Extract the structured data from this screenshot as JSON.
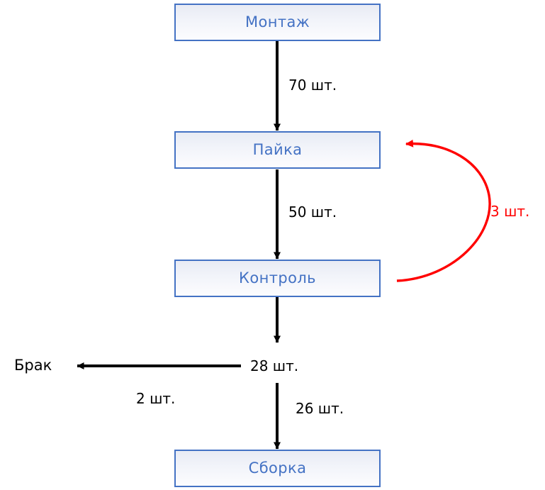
{
  "diagram": {
    "title_text": "",
    "colors": {
      "node_border": "#4472C4",
      "node_text": "#4472C4",
      "arrow_black": "#000000",
      "arrow_red": "#FF0000",
      "background": "#FFFFFF"
    },
    "nodes": [
      {
        "id": "montazh",
        "label": "Монтаж"
      },
      {
        "id": "payka",
        "label": "Пайка"
      },
      {
        "id": "kontrol",
        "label": "Контроль"
      },
      {
        "id": "sborka",
        "label": "Сборка"
      }
    ],
    "terminals": [
      {
        "id": "brak",
        "label": "Брак"
      }
    ],
    "edges": [
      {
        "id": "montazh-payka",
        "from": "montazh",
        "to": "payka",
        "label": "70 шт.",
        "color": "#000000",
        "style": "straight-down"
      },
      {
        "id": "payka-kontrol",
        "from": "payka",
        "to": "kontrol",
        "label": "50 шт.",
        "color": "#000000",
        "style": "straight-down"
      },
      {
        "id": "kontrol-split",
        "from": "kontrol",
        "to": "split",
        "label": "28 шт.",
        "color": "#000000",
        "style": "straight-down"
      },
      {
        "id": "split-brak",
        "from": "split",
        "to": "brak",
        "label": "2 шт.",
        "color": "#000000",
        "style": "straight-left"
      },
      {
        "id": "split-sborka",
        "from": "split",
        "to": "sborka",
        "label": "26 шт.",
        "color": "#000000",
        "style": "straight-down"
      },
      {
        "id": "kontrol-payka-rework",
        "from": "kontrol",
        "to": "payka",
        "label": "3 шт.",
        "color": "#FF0000",
        "style": "curved-feedback"
      }
    ]
  }
}
